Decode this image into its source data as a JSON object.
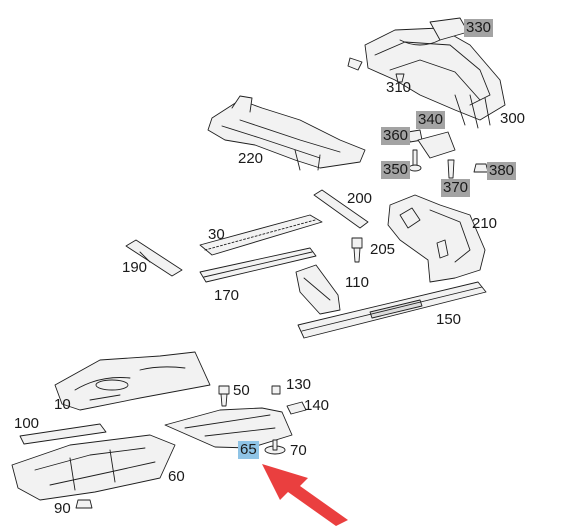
{
  "diagram": {
    "selected_part": "65",
    "highlight_colors": {
      "gray_box": "#a3a3a3",
      "selected_box": "#8fc4e6",
      "arrow": "#e82a2a"
    },
    "labels": [
      {
        "id": "330",
        "text": "330",
        "style": "boxed"
      },
      {
        "id": "310",
        "text": "310",
        "style": "plain"
      },
      {
        "id": "340",
        "text": "340",
        "style": "boxed"
      },
      {
        "id": "300",
        "text": "300",
        "style": "plain"
      },
      {
        "id": "360",
        "text": "360",
        "style": "boxed"
      },
      {
        "id": "350",
        "text": "350",
        "style": "boxed"
      },
      {
        "id": "370",
        "text": "370",
        "style": "boxed"
      },
      {
        "id": "380",
        "text": "380",
        "style": "boxed"
      },
      {
        "id": "220",
        "text": "220",
        "style": "plain"
      },
      {
        "id": "200",
        "text": "200",
        "style": "plain"
      },
      {
        "id": "210",
        "text": "210",
        "style": "plain"
      },
      {
        "id": "30",
        "text": "30",
        "style": "plain"
      },
      {
        "id": "205",
        "text": "205",
        "style": "plain"
      },
      {
        "id": "190",
        "text": "190",
        "style": "plain"
      },
      {
        "id": "110",
        "text": "110",
        "style": "plain"
      },
      {
        "id": "170",
        "text": "170",
        "style": "plain"
      },
      {
        "id": "150",
        "text": "150",
        "style": "plain"
      },
      {
        "id": "50",
        "text": "50",
        "style": "plain"
      },
      {
        "id": "130",
        "text": "130",
        "style": "plain"
      },
      {
        "id": "10",
        "text": "10",
        "style": "plain"
      },
      {
        "id": "140",
        "text": "140",
        "style": "plain"
      },
      {
        "id": "100",
        "text": "100",
        "style": "plain"
      },
      {
        "id": "65",
        "text": "65",
        "style": "selected"
      },
      {
        "id": "70",
        "text": "70",
        "style": "plain"
      },
      {
        "id": "60",
        "text": "60",
        "style": "plain"
      },
      {
        "id": "90",
        "text": "90",
        "style": "plain"
      }
    ]
  }
}
